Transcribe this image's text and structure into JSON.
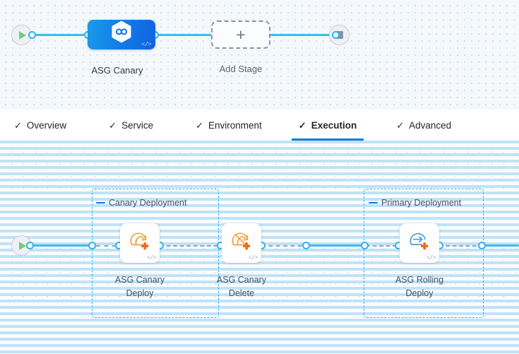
{
  "stage_canvas": {
    "start_node": {
      "icon": "play-triangle-icon",
      "title": "Pipeline Start"
    },
    "end_node": {
      "icon": "stop-square-icon",
      "title": "Pipeline End"
    },
    "stages": [
      {
        "label": "ASG Canary",
        "icon": "hexagon-infinity-icon",
        "code_badge": "</>",
        "accent": "#1279e8"
      }
    ],
    "add_stage": {
      "label": "Add Stage",
      "icon": "plus-icon"
    }
  },
  "tabs": [
    {
      "label": "Overview",
      "icon": "check-icon",
      "active": false
    },
    {
      "label": "Service",
      "icon": "check-icon",
      "active": false
    },
    {
      "label": "Environment",
      "icon": "check-icon",
      "active": false
    },
    {
      "label": "Execution",
      "icon": "check-icon",
      "active": true
    },
    {
      "label": "Advanced",
      "icon": "check-icon",
      "active": false
    }
  ],
  "tab_accent": "#0b7fd4",
  "execution_canvas": {
    "start_node": {
      "icon": "play-triangle-icon",
      "title": "Execution Start"
    },
    "groups": [
      {
        "label": "Canary Deployment",
        "collapse_icon": "minus-icon",
        "steps": [
          {
            "label_line1": "ASG Canary",
            "label_line2": "Deploy",
            "icon": "asg-canary-deploy-icon",
            "code_badge": "</>"
          },
          {
            "label_line1": "ASG Canary",
            "label_line2": "Delete",
            "icon": "asg-canary-delete-icon",
            "code_badge": "</>"
          }
        ]
      },
      {
        "label": "Primary Deployment",
        "collapse_icon": "minus-icon",
        "steps": [
          {
            "label_line1": "ASG Rolling",
            "label_line2": "Deploy",
            "icon": "asg-rolling-deploy-icon",
            "code_badge": "</>"
          }
        ]
      }
    ]
  },
  "colors": {
    "connector_active": "#3dbbf0",
    "connector_inactive": "#9aa3b5",
    "group_border": "#36aeec",
    "aws_orange": "#f0962a",
    "aws_orange_dark": "#ef6a21",
    "aws_blue": "#4a9fd4"
  }
}
